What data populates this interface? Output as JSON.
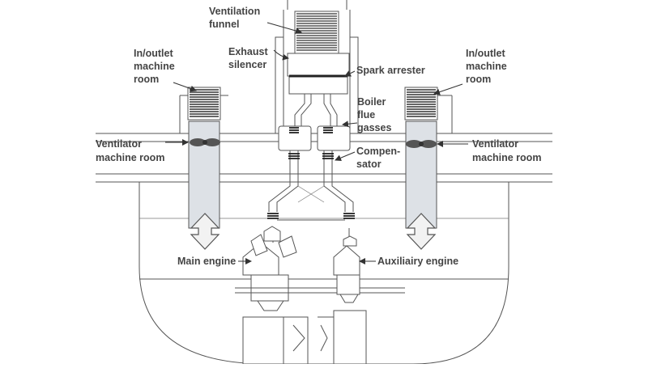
{
  "labels": {
    "ventilation_funnel": [
      "Ventilation",
      "funnel"
    ],
    "exhaust_silencer": [
      "Exhaust",
      "silencer"
    ],
    "spark_arrester": "Spark arrester",
    "boiler_flue_gasses": [
      "Boiler",
      "flue",
      "gasses"
    ],
    "compensator": [
      "Compen-",
      "sator"
    ],
    "inoutlet_left": [
      "In/outlet",
      "machine",
      "room"
    ],
    "inoutlet_right": [
      "In/outlet",
      "machine",
      "room"
    ],
    "ventilator_left": [
      "Ventilator",
      "machine room"
    ],
    "ventilator_right": [
      "Ventilator",
      "machine room"
    ],
    "main_engine": "Main engine",
    "auxiliary_engine": "Auxiliairy engine"
  },
  "colors": {
    "line": "#555555",
    "text": "#444444",
    "duct_fill": "#dde1e6",
    "grille": "#333333",
    "fan": "#555555"
  },
  "icons": {
    "ventilator": "fan-icon",
    "airflow": "double-arrow-icon",
    "grille": "grille-icon"
  }
}
